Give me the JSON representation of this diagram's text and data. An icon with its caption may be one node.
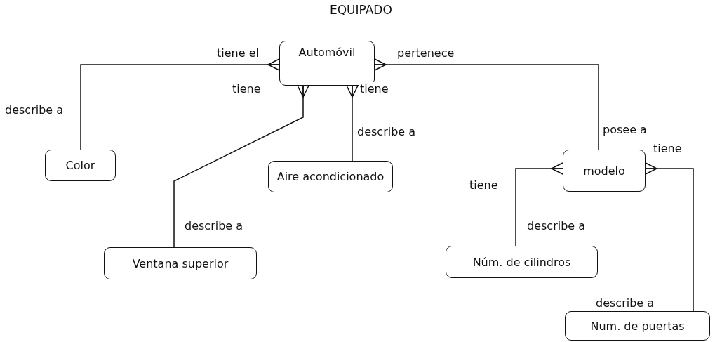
{
  "diagram": {
    "title": "EQUIPADO",
    "nodes": [
      {
        "text": [
          "Automóvil"
        ]
      },
      {
        "text": [
          "Color"
        ]
      },
      {
        "text": [
          "Ventana superior"
        ]
      },
      {
        "text": [
          "Aire acondicionado"
        ]
      },
      {
        "text": [
          "modelo"
        ]
      },
      {
        "text": [
          "Núm. de cilindros"
        ]
      },
      {
        "text": [
          "Num. de puertas"
        ]
      }
    ],
    "edges": [
      {
        "from": 0,
        "to": 1,
        "arrow": "other",
        "label": "tiene el"
      },
      {
        "from": 0,
        "to": 2,
        "arrow": "other",
        "label": "tiene"
      },
      {
        "from": 0,
        "to": 3,
        "arrow": "other",
        "label": "tiene"
      },
      {
        "from": 0,
        "to": 4,
        "arrow": "other",
        "label": "pertenece"
      },
      {
        "from": 4,
        "to": 5,
        "arrow": "other",
        "label": "tiene"
      },
      {
        "from": 4,
        "to": 6,
        "arrow": "other",
        "label": "tiene"
      }
    ],
    "labels": [
      "describe a",
      "describe a",
      "posee a",
      "describe a",
      "describe a",
      "describe a"
    ]
  }
}
